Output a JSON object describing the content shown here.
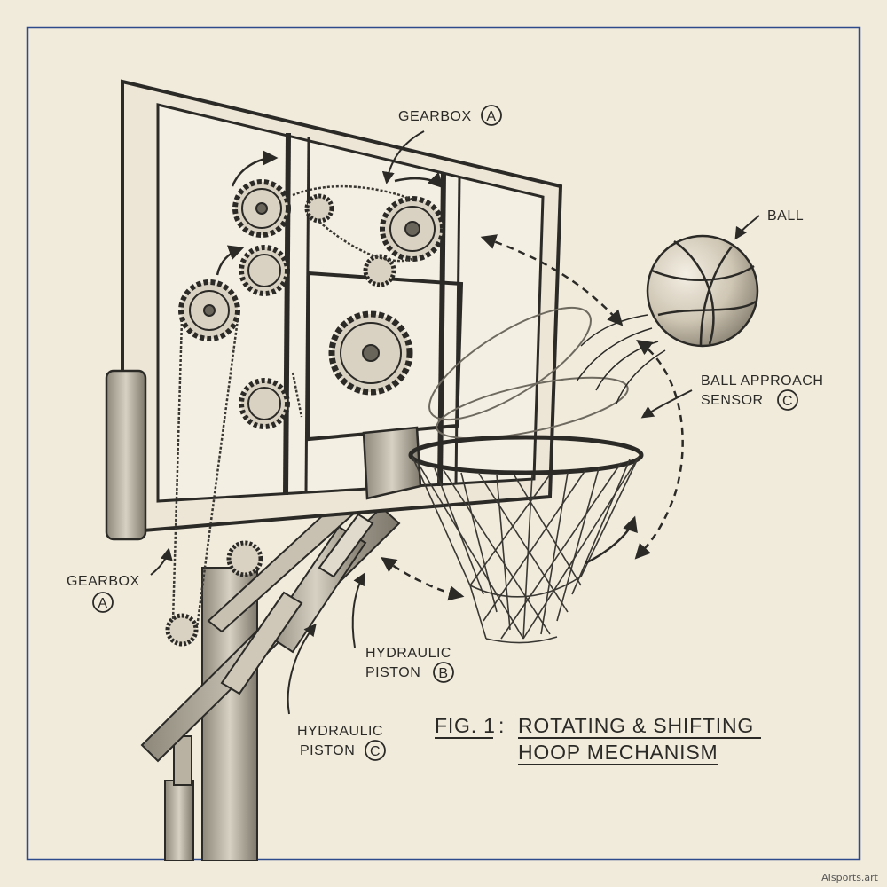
{
  "labels": {
    "gearbox_top": "GEARBOX",
    "gearbox_top_tag": "A",
    "ball": "BALL",
    "sensor_line1": "BALL APPROACH",
    "sensor_line2": "SENSOR",
    "sensor_tag": "C",
    "gearbox_left": "GEARBOX",
    "gearbox_left_tag": "A",
    "piston_b_line1": "HYDRAULIC",
    "piston_b_line2": "PISTON",
    "piston_b_tag": "B",
    "piston_c_line1": "HYDRAULIC",
    "piston_c_line2": "PISTON",
    "piston_c_tag": "C"
  },
  "figure": {
    "number": "FIG. 1",
    "separator": ":",
    "title_line1": "ROTATING & SHIFTING",
    "title_line2": "HOOP MECHANISM"
  },
  "watermark": "AIsports.art",
  "colors": {
    "paper": "#f1ebdc",
    "frame": "#2d4a8c",
    "ink": "#2b2a27",
    "metal": "#bdb6a6"
  }
}
